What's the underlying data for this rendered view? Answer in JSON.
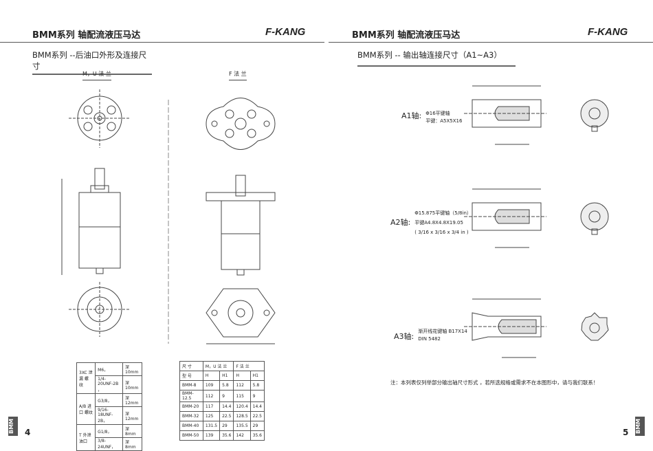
{
  "left": {
    "header": "BMM系列 轴配流液压马达",
    "brand": "F-KANG",
    "subtitle": "BMM系列 --后油口外形及连接尺寸",
    "captions": [
      "M，U 法 兰",
      "F 法 兰"
    ],
    "port_table": [
      {
        "name": "3XC 泄 漏 螺 纹",
        "rows": [
          [
            "M6，",
            "深10mm"
          ],
          [
            "1/4-20UNF-2B ，",
            "深10mm"
          ]
        ]
      },
      {
        "name": "A/B 进口 螺纹",
        "rows": [
          [
            "G3/8，",
            "深12mm"
          ],
          [
            "9/16-18UNF-2B，",
            "深12mm"
          ]
        ]
      },
      {
        "name": "T 外泄油口",
        "rows": [
          [
            "G1/8，",
            "深8mm"
          ],
          [
            "3/8-24UNF，",
            "深8mm"
          ]
        ]
      }
    ],
    "dim_table": {
      "corner_top": "尺 寸",
      "corner_bottom": "型 号",
      "groups": [
        "M，U 法 兰",
        "F 法 兰"
      ],
      "cols": [
        "H",
        "H1",
        "H",
        "H1"
      ],
      "rows": [
        [
          "BMM-8",
          "109",
          "5.8",
          "112",
          "5.8"
        ],
        [
          "BMM-12.5",
          "112",
          "9",
          "115",
          "9"
        ],
        [
          "BMM-20",
          "117",
          "14.4",
          "120.4",
          "14.4"
        ],
        [
          "BMM-32",
          "125",
          "22.5",
          "128.5",
          "22.5"
        ],
        [
          "BMM-40",
          "131.5",
          "29",
          "135.5",
          "29"
        ],
        [
          "BMM-50",
          "139",
          "35.6",
          "142",
          "35.6"
        ]
      ]
    },
    "side_tab": "BMM",
    "page": "4"
  },
  "right": {
    "header": "BMM系列 轴配流液压马达",
    "brand": "F-KANG",
    "subtitle": "BMM系列 -- 输出轴连接尺寸（A1~A3）",
    "shafts": [
      {
        "label": "A1轴:",
        "lines": [
          "Φ16平键轴",
          "平键：A5X5X16"
        ]
      },
      {
        "label": "A2轴:",
        "lines": [
          "Φ15.875平键轴（5/8in）",
          "平键A4.8X4.8X19.05",
          "( 3/16 x 3/16 x 3/4 in )"
        ]
      },
      {
        "label": "A3轴:",
        "lines": [
          "渐开线花键轴 B17X14",
          "DIN 5482"
        ]
      }
    ],
    "note": "注：本列表仅列举部分输出轴尺寸形式 ，若所选规格或需求不在本图形中，请与我们联系！",
    "side_tab": "BMM",
    "page": "5"
  }
}
